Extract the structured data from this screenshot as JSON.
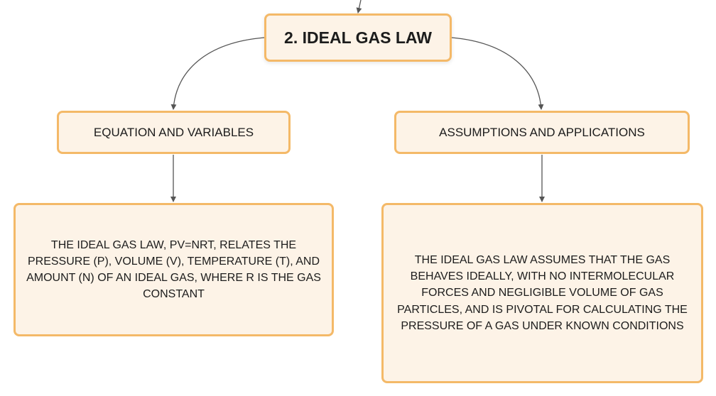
{
  "diagram": {
    "root": {
      "title": "2. IDEAL GAS LAW"
    },
    "branches": [
      {
        "label": "EQUATION AND VARIABLES",
        "detail": "THE IDEAL GAS LAW, PV=NRT, RELATES THE PRESSURE (P), VOLUME (V), TEMPERATURE (T), AND AMOUNT (N) OF AN IDEAL GAS, WHERE R IS THE GAS CONSTANT"
      },
      {
        "label": "ASSUMPTIONS AND APPLICATIONS",
        "detail": "THE IDEAL GAS LAW ASSUMES THAT THE GAS BEHAVES IDEALLY, WITH NO INTERMOLECULAR FORCES AND NEGLIGIBLE VOLUME OF GAS PARTICLES, AND IS PIVOTAL FOR CALCULATING THE PRESSURE OF A GAS UNDER KNOWN CONDITIONS"
      }
    ]
  },
  "colors": {
    "node_fill": "#fdf3e7",
    "node_border": "#f4b968",
    "connector": "#555555",
    "text": "#1c1c1c"
  }
}
